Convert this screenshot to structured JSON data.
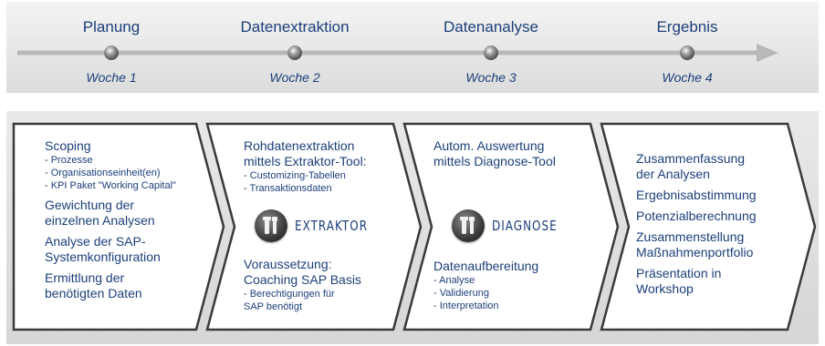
{
  "phases": [
    {
      "name": "Planung",
      "week": "Woche 1"
    },
    {
      "name": "Datenextraktion",
      "week": "Woche 2"
    },
    {
      "name": "Datenanalyse",
      "week": "Woche 3"
    },
    {
      "name": "Ergebnis",
      "week": "Woche 4"
    }
  ],
  "col1": {
    "scoping": "Scoping",
    "scoping_items": [
      "- Prozesse",
      "- Organisationseinheit(en)",
      "- KPI Paket \"Working Capital\""
    ],
    "gewichtung_1": "Gewichtung der",
    "gewichtung_2": "einzelnen Analysen",
    "analyse_1": "Analyse der SAP-",
    "analyse_2": "Systemkonfiguration",
    "ermittlung_1": "Ermittlung der",
    "ermittlung_2": "benötigten Daten"
  },
  "col2": {
    "head_1": "Rohdatenextraktion",
    "head_2": "mittels Extraktor-Tool:",
    "items": [
      "- Customizing-Tabellen",
      "- Transaktionsdaten"
    ],
    "badge": "EXTRAKTOR",
    "vor_1": "Voraussetzung:",
    "vor_2": "Coaching SAP Basis",
    "vor_items_1": "- Berechtigungen für",
    "vor_items_2": "SAP benötigt"
  },
  "col3": {
    "head_1": "Autom. Auswertung",
    "head_2": "mittels Diagnose-Tool",
    "badge": "DIAGNOSE",
    "dat": "Datenaufbereitung",
    "items": [
      "- Analyse",
      "- Validierung",
      "- Interpretation"
    ]
  },
  "col4": {
    "items": [
      [
        "Zusammenfassung",
        "der Analysen"
      ],
      [
        "Ergebnisabstimmung"
      ],
      [
        "Potenzialberechnung"
      ],
      [
        "Zusammenstellung",
        "Maßnahmenportfolio"
      ],
      [
        "Präsentation in",
        "Workshop"
      ]
    ]
  },
  "colors": {
    "text": "#1c3f7a",
    "chevron_border": "#3a3a3a",
    "timeline_line": "#b8b8b8"
  }
}
